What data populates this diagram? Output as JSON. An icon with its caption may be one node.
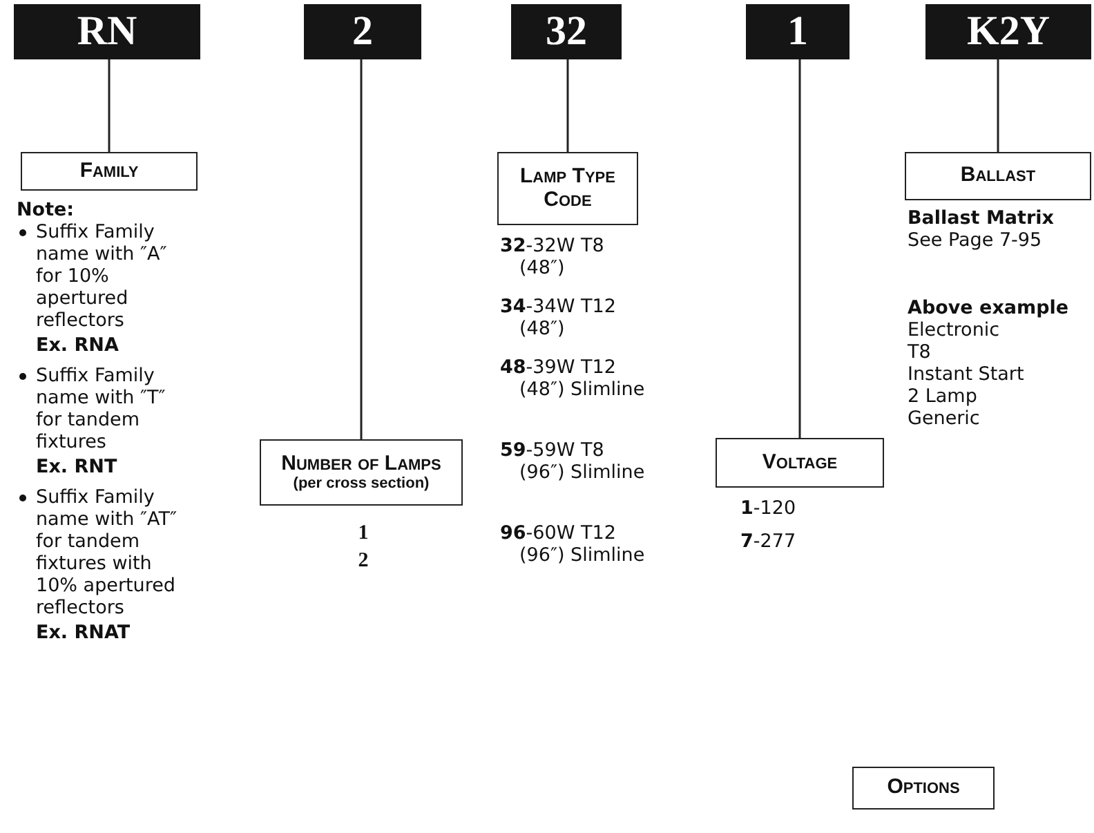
{
  "diagram": {
    "nodes": [
      {
        "text": [
          "RN"
        ]
      },
      {
        "text": [
          "2"
        ]
      },
      {
        "text": [
          "32"
        ]
      },
      {
        "text": [
          "1"
        ]
      },
      {
        "text": [
          "K2Y"
        ]
      },
      {
        "text": [
          "Family"
        ]
      },
      {
        "text": [
          "Number of Lamps",
          "(per cross section)"
        ]
      },
      {
        "text": [
          "Lamp Type Code"
        ]
      },
      {
        "text": [
          "Voltage"
        ]
      },
      {
        "text": [
          "Ballast"
        ]
      },
      {
        "text": [
          "Options"
        ]
      }
    ],
    "edges": [
      {
        "from": 0,
        "to": 5,
        "arrow": "none"
      },
      {
        "from": 1,
        "to": 6,
        "arrow": "none"
      },
      {
        "from": 2,
        "to": 7,
        "arrow": "none"
      },
      {
        "from": 3,
        "to": 8,
        "arrow": "none"
      },
      {
        "from": 4,
        "to": 9,
        "arrow": "none"
      }
    ],
    "labels": [
      "Note:",
      "Suffix Family name with ″A″ for 10% apertured reflectors",
      "Ex. RNA",
      "Suffix Family name with ″T″ for tandem fixtures",
      "Ex. RNT",
      "Suffix Family name with ″AT″ for tandem fixtures with 10% apertured reflectors",
      "Ex. RNAT",
      "1",
      "2",
      "**32**-32W T8 (48″)",
      "**34**-34W T12 (48″)",
      "**48**-39W T12 (48″) Slimline",
      "**59**-59W T8 (96″) Slimline",
      "**96**-60W T12 (96″) Slimline",
      "**1**-120",
      "**7**-277",
      "Ballast Matrix",
      "See Page 7-95",
      "Above example",
      "Electronic",
      "T8",
      "Instant Start",
      "2 Lamp",
      "Generic"
    ]
  }
}
